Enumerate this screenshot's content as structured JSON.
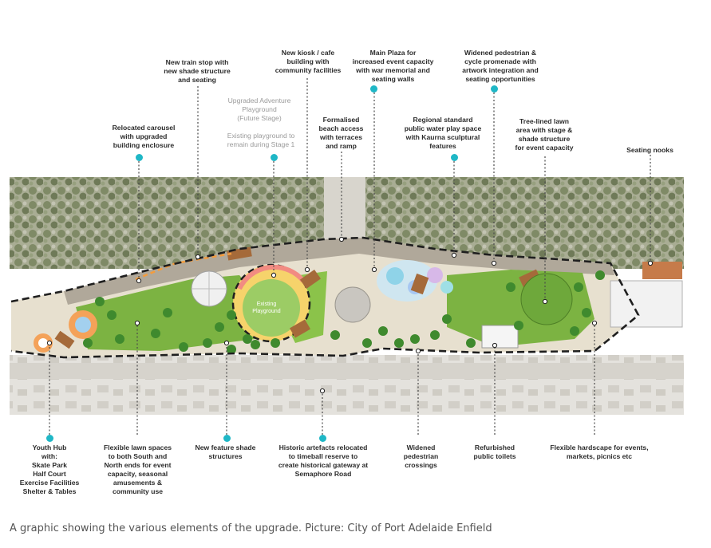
{
  "labels_top": [
    {
      "id": "train-stop",
      "text": "New train stop with\nnew shade structure\nand seating"
    },
    {
      "id": "kiosk",
      "text": "New kiosk / cafe\nbuilding with\ncommunity facilities"
    },
    {
      "id": "main-plaza",
      "text": "Main Plaza for\nincreased event capacity\nwith war memorial and\nseating walls"
    },
    {
      "id": "promenade",
      "text": "Widened pedestrian &\ncycle promenade with\nartwork integration and\nseating opportunities"
    },
    {
      "id": "adventure",
      "text": "Upgraded Adventure\nPlayground\n(Future Stage)",
      "muted": true
    },
    {
      "id": "existing-playground",
      "text": "Existing playground to\nremain during Stage 1",
      "muted": true
    },
    {
      "id": "beach-access",
      "text": "Formalised\nbeach access\nwith terraces\nand ramp"
    },
    {
      "id": "water-play",
      "text": "Regional standard\npublic water play space\nwith Kaurna sculptural\nfeatures"
    },
    {
      "id": "carousel",
      "text": "Relocated carousel\nwith upgraded\nbuilding enclosure"
    },
    {
      "id": "tree-lawn",
      "text": "Tree-lined lawn\narea with stage &\nshade structure\nfor event capacity"
    },
    {
      "id": "seating-nooks",
      "text": "Seating nooks"
    }
  ],
  "labels_bottom": [
    {
      "id": "youth-hub",
      "text": "Youth Hub\nwith:\nSkate Park\nHalf Court\nExercise Facilities\nShelter & Tables"
    },
    {
      "id": "flexible-lawn",
      "text": "Flexible lawn spaces\nto both South and\nNorth ends for event\ncapacity, seasonal\namusements &\ncommunity use"
    },
    {
      "id": "shade-structures",
      "text": "New feature shade\nstructures"
    },
    {
      "id": "historic",
      "text": "Historic artefacts relocated\nto timeball reserve to\ncreate historical gateway at\nSemaphore Road"
    },
    {
      "id": "crossings",
      "text": "Widened\npedestrian\ncrossings"
    },
    {
      "id": "toilets",
      "text": "Refurbished\npublic toilets"
    },
    {
      "id": "hardscape",
      "text": "Flexible hardscape for events,\nmarkets, picnics etc"
    }
  ],
  "plan": {
    "playground_label": "Existing\nPlayground"
  },
  "caption": "A graphic showing the various elements of the upgrade. Picture: City of Port Adelaide Enfield",
  "colors": {
    "accent": "#1fb7c6",
    "lawn": "#7cb342",
    "dune": "#8f9a76",
    "road": "#d9d6cf",
    "boundary": "#1f1f1f"
  }
}
